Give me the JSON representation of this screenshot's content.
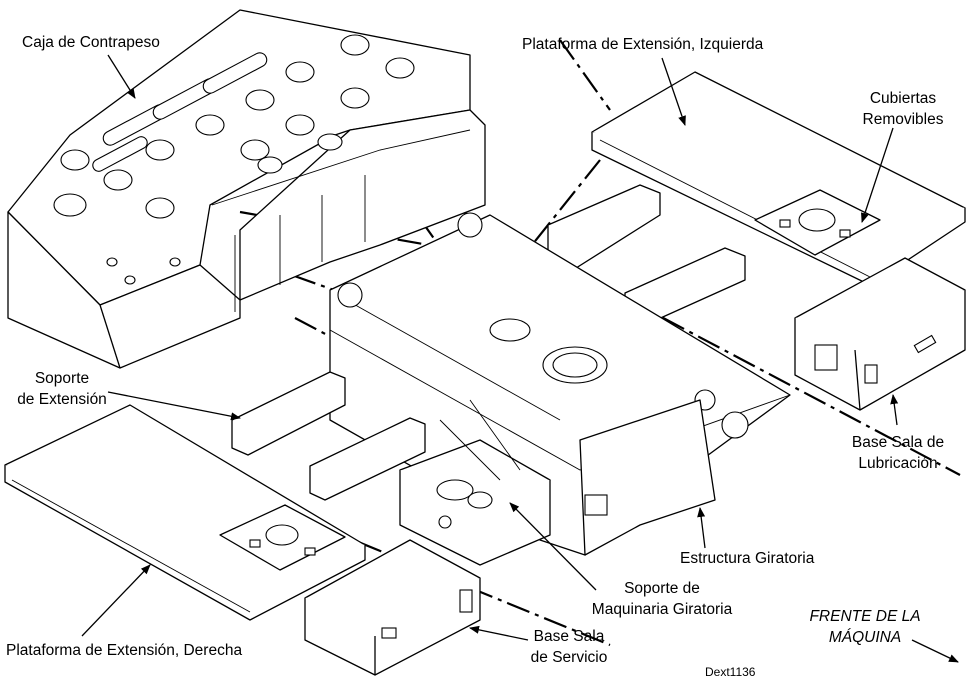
{
  "labels": {
    "counterweight_box": "Caja de Contrapeso",
    "left_extension_platform": "Plataforma de Extensión, Izquierda",
    "removable_covers_line1": "Cubiertas",
    "removable_covers_line2": "Removibles",
    "extension_support_line1": "Soporte",
    "extension_support_line2": "de Extensión",
    "lube_room_base_line1": "Base Sala de",
    "lube_room_base_line2": "Lubricación",
    "revolving_frame": "Estructura Giratoria",
    "machinery_support_line1": "Soporte de",
    "machinery_support_line2": "Maquinaria Giratoria",
    "right_extension_platform": "Plataforma de Extensión, Derecha",
    "service_room_base_line1": "Base Sala",
    "service_room_base_line2": "de Servicio",
    "machine_front_line1": "FRENTE DE LA",
    "machine_front_line2": "MÁQUINA",
    "drawing_id": "Dext1136"
  }
}
